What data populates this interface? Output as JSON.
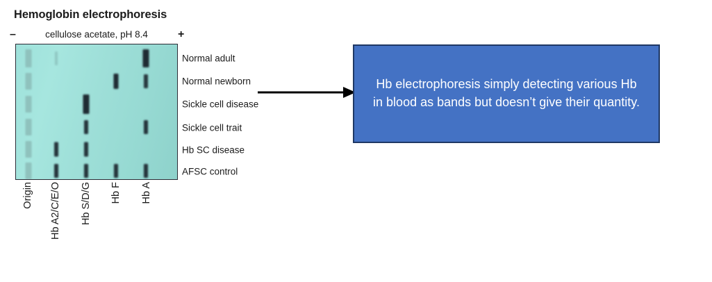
{
  "title": "Hemoglobin electrophoresis",
  "axis": {
    "negative": "–",
    "positive": "+",
    "condition": "cellulose acetate, pH 8.4"
  },
  "colors": {
    "gel_background": "#9EE0DA",
    "gel_border": "#2B2B35",
    "band_dark": "#1F2B33",
    "band_origin": "#8FC2BD",
    "callout_fill": "#4472C4",
    "callout_border": "#1F3864",
    "callout_text": "#FFFFFF",
    "text": "#1B1B1B"
  },
  "gel": {
    "lanes": [
      {
        "id": "origin",
        "label": "Origin",
        "x_pct": 7.7
      },
      {
        "id": "hb_a2ceo",
        "label": "Hb A2/C/E/O",
        "x_pct": 24.8
      },
      {
        "id": "hb_sdg",
        "label": "Hb S/D/G",
        "x_pct": 43.6
      },
      {
        "id": "hb_f",
        "label": "Hb F",
        "x_pct": 62.0
      },
      {
        "id": "hb_a",
        "label": "Hb A",
        "x_pct": 80.8
      }
    ],
    "rows": [
      {
        "label": "Normal adult",
        "y_pct": 10.5
      },
      {
        "label": "Normal newborn",
        "y_pct": 27.5
      },
      {
        "label": "Sickle cell disease",
        "y_pct": 44.5
      },
      {
        "label": "Sickle cell trait",
        "y_pct": 61.5
      },
      {
        "label": "Hb SC disease",
        "y_pct": 78.0
      },
      {
        "label": "AFSC control",
        "y_pct": 94.0
      }
    ],
    "bands": [
      {
        "row": 0,
        "lane": 0,
        "kind": "origin",
        "w": 9,
        "h": 26,
        "opacity": 1.0
      },
      {
        "row": 0,
        "lane": 1,
        "kind": "dark",
        "w": 4,
        "h": 20,
        "opacity": 0.16
      },
      {
        "row": 0,
        "lane": 4,
        "kind": "dark",
        "w": 9,
        "h": 26,
        "opacity": 1.0
      },
      {
        "row": 1,
        "lane": 0,
        "kind": "origin",
        "w": 9,
        "h": 24,
        "opacity": 1.0
      },
      {
        "row": 1,
        "lane": 3,
        "kind": "dark",
        "w": 7,
        "h": 22,
        "opacity": 1.0
      },
      {
        "row": 1,
        "lane": 4,
        "kind": "dark",
        "w": 6,
        "h": 20,
        "opacity": 0.92
      },
      {
        "row": 2,
        "lane": 0,
        "kind": "origin",
        "w": 9,
        "h": 24,
        "opacity": 1.0
      },
      {
        "row": 2,
        "lane": 2,
        "kind": "dark",
        "w": 9,
        "h": 28,
        "opacity": 1.0
      },
      {
        "row": 3,
        "lane": 0,
        "kind": "origin",
        "w": 9,
        "h": 24,
        "opacity": 1.0
      },
      {
        "row": 3,
        "lane": 2,
        "kind": "dark",
        "w": 6,
        "h": 20,
        "opacity": 0.95
      },
      {
        "row": 3,
        "lane": 4,
        "kind": "dark",
        "w": 6,
        "h": 20,
        "opacity": 0.95
      },
      {
        "row": 4,
        "lane": 0,
        "kind": "origin",
        "w": 9,
        "h": 24,
        "opacity": 1.0
      },
      {
        "row": 4,
        "lane": 1,
        "kind": "dark",
        "w": 6,
        "h": 21,
        "opacity": 0.95
      },
      {
        "row": 4,
        "lane": 2,
        "kind": "dark",
        "w": 6,
        "h": 21,
        "opacity": 0.95
      },
      {
        "row": 5,
        "lane": 0,
        "kind": "origin",
        "w": 9,
        "h": 24,
        "opacity": 1.0
      },
      {
        "row": 5,
        "lane": 1,
        "kind": "dark",
        "w": 6,
        "h": 20,
        "opacity": 0.95
      },
      {
        "row": 5,
        "lane": 2,
        "kind": "dark",
        "w": 6,
        "h": 20,
        "opacity": 0.95
      },
      {
        "row": 5,
        "lane": 3,
        "kind": "dark",
        "w": 6,
        "h": 20,
        "opacity": 0.95
      },
      {
        "row": 5,
        "lane": 4,
        "kind": "dark",
        "w": 6,
        "h": 20,
        "opacity": 0.95
      }
    ]
  },
  "callout": {
    "text": "Hb electrophoresis simply detecting various Hb in blood as bands but doesn’t give their quantity."
  },
  "icons": {
    "arrow": "arrow-right-icon"
  }
}
